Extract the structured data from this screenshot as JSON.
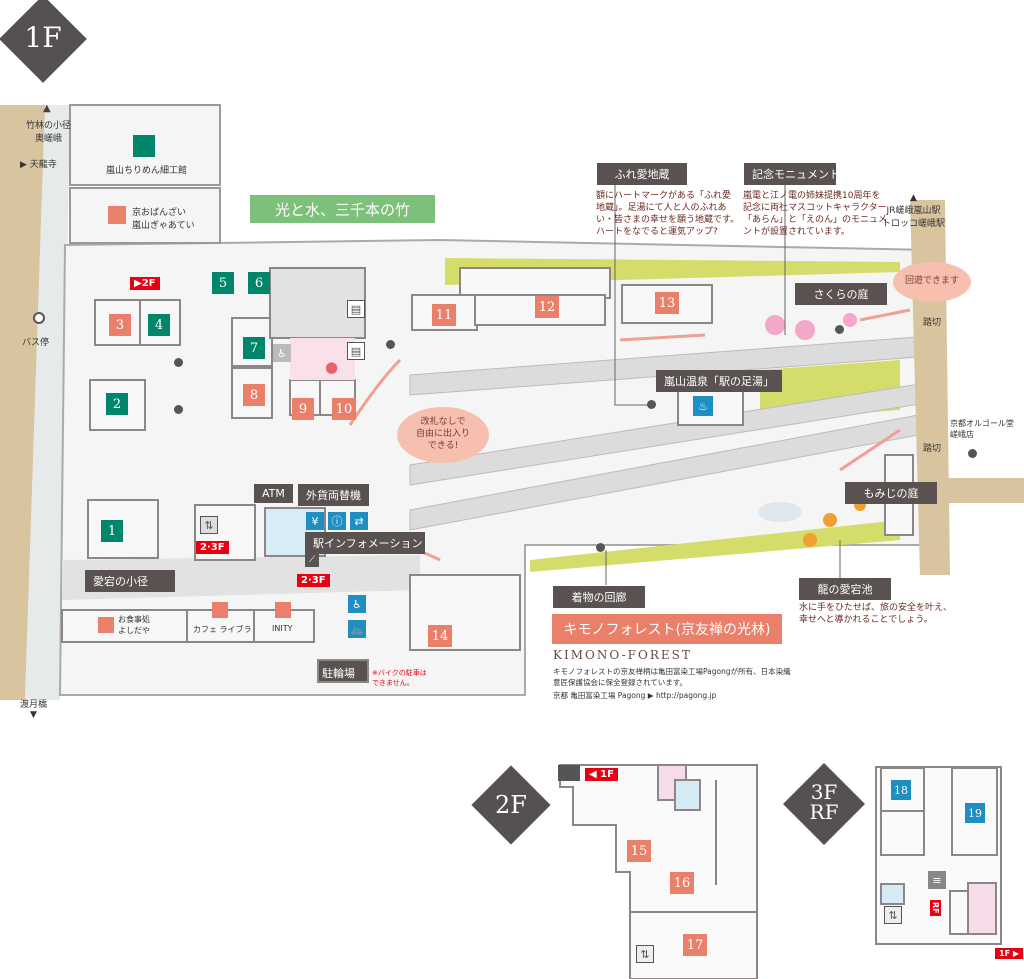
{
  "floors": {
    "f1": "1F",
    "f2": "2F",
    "f3": "3F",
    "rf": "RF"
  },
  "colors": {
    "shop_green": "#00866a",
    "shop_salmon": "#e8806a",
    "facility_blue": "#1e8fc0",
    "label_dark": "#5a5250",
    "red": "#e60012"
  },
  "f1": {
    "north_path": [
      "竹林の小径",
      "奥嵯峨"
    ],
    "tenryuji": "天龍寺",
    "bus_stop": "バス停",
    "togetsukyo": "渡月橋",
    "chirimen": "嵐山ちりめん細工館",
    "gyaatei": [
      "京おばんざい",
      "嵐山ぎゃあてい"
    ],
    "title_banner": "光と水、三千本の竹",
    "to_2f": "2F",
    "to_23f": "2·3F",
    "atm": "ATM",
    "exchange": "外貨両替機",
    "info": "駅インフォメーション",
    "atago": "愛宕の小径",
    "yoshidaya": [
      "お食事処",
      "よしだや"
    ],
    "cafe": "カフェ ライブラ",
    "inity": "INITY",
    "parking": "駐輪場",
    "parking_note": [
      "※バイクの駐車は",
      "できません。"
    ],
    "cloud_free": [
      "改札なしで",
      "自由に出入り",
      "できる!"
    ],
    "cloud_loop": "回遊できます",
    "fureai": {
      "title": "ふれ愛地蔵",
      "desc": [
        "額にハートマークがある「ふれ愛",
        "地蔵」。足湯にて人と人のふれあ",
        "い・皆さまの幸せを願う地蔵です。",
        "ハートをなでると運気アップ?"
      ]
    },
    "monument": {
      "title": "記念モニュメント",
      "desc": [
        "嵐電と江ノ電の姉妹提携10周年を",
        "記念に両社マスコットキャラクター",
        "「あらん」と「えのん」のモニュメ",
        "ントが設置されています。"
      ]
    },
    "jr": [
      "JR嵯峨嵐山駅",
      "トロッコ嵯峨駅"
    ],
    "crossing": "踏切",
    "sakura": "さくらの庭",
    "ashiyu": "嵐山温泉「駅の足湯」",
    "orgel": [
      "京都オルゴール堂",
      "嵯峨店"
    ],
    "momiji": "もみじの庭",
    "ryu": {
      "title": "龍の愛宕池",
      "desc": [
        "水に手をひたせば、旅の安全を叶え、",
        "幸せへと導かれることでしょう。"
      ]
    },
    "kimono_corridor": "着物の回廊",
    "kimono_title": "キモノフォレスト(京友禅の光林)",
    "kimono_en": "KIMONO-FOREST",
    "kimono_desc": [
      "キモノフォレストの京友禅柄は亀田富染工場Pagongが所有、日本染織",
      "意匠保護協会に保全登録されています。"
    ],
    "kimono_link": "京都 亀田富染工場 Pagong ▶ http://pagong.jp",
    "shops": [
      "1",
      "2",
      "3",
      "4",
      "5",
      "6",
      "7",
      "8",
      "9",
      "10",
      "11",
      "12",
      "13",
      "14"
    ]
  },
  "f2": {
    "to_1f": "1F",
    "shops": [
      "15",
      "16",
      "17"
    ]
  },
  "f3": {
    "to_1f": "1F",
    "rf": "RF",
    "shops": [
      "18",
      "19"
    ]
  }
}
